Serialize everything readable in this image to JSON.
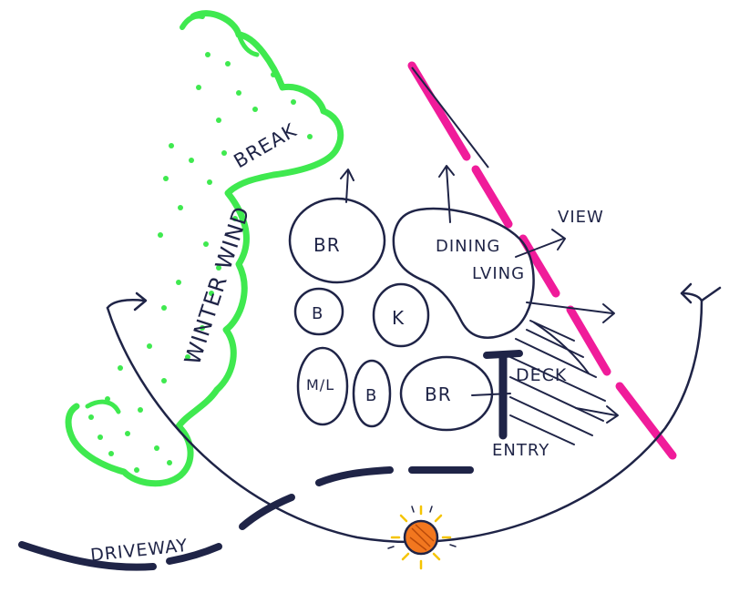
{
  "diagram": {
    "labels": {
      "wind_top": "BREAK",
      "wind_vertical": "WINTER WIND",
      "view": "VIEW",
      "dining": "DINING",
      "living": "LVING",
      "br_top": "BR",
      "b_left": "B",
      "kitchen": "K",
      "ml": "M/L",
      "b_mid": "B",
      "br_bottom": "BR",
      "deck": "DECK",
      "entry": "ENTRY",
      "driveway": "DRIVEWAY"
    },
    "colors": {
      "ink": "#1f2447",
      "windbreak": "#3fe94f",
      "property_line": "#f01c9a",
      "sun_fill": "#f2771f",
      "sun_rays": "#f5c400"
    },
    "icons": [
      "sun-icon",
      "arrow-icon"
    ]
  }
}
